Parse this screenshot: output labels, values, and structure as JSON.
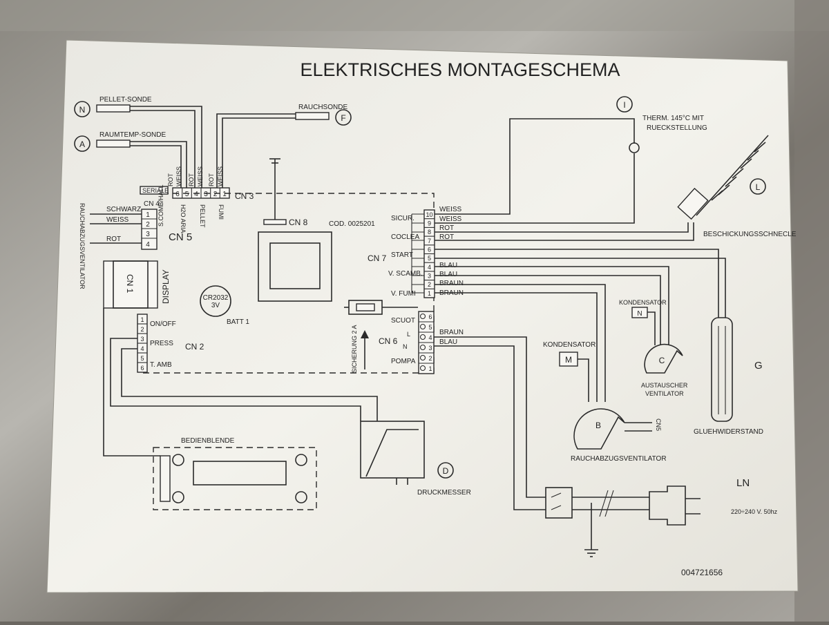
{
  "title": "ELEKTRISCHES MONTAGESCHEMA",
  "code": "COD. 0025201",
  "serial": "004721656",
  "sensors": {
    "n_letter": "N",
    "n_label": "PELLET-SONDE",
    "a_letter": "A",
    "a_label": "RAUMTEMP-SONDE",
    "f_letter": "F",
    "f_label": "RAUCHSONDE"
  },
  "cn3": {
    "label": "CN 3",
    "pins": [
      "6",
      "5",
      "4",
      "3",
      "2",
      "1"
    ],
    "wires": [
      "ROT",
      "WEISS",
      "ROT",
      "WEISS",
      "ROT",
      "WEISS"
    ],
    "sub": [
      "H2O ARIA",
      "PELLET",
      "FUMI"
    ]
  },
  "cn4": {
    "serial_label": "SERIALE",
    "label": "CN 4",
    "pins": [
      "1",
      "2",
      "3",
      "4"
    ]
  },
  "cn5": {
    "label": "CN 5",
    "sub": "S.COMB/HALL",
    "wires": [
      "SCHWARZ",
      "WEISS",
      "ROT"
    ],
    "fan_vertical": "RAUCHABZUGSVENTILATOR"
  },
  "cn8": {
    "label": "CN 8"
  },
  "cn1": {
    "label": "CN 1",
    "display": "DISPLAY"
  },
  "battery": {
    "type": "CR2032",
    "voltage": "3V",
    "label": "BATT 1"
  },
  "cn2": {
    "label": "CN 2",
    "pins": [
      "1",
      "2",
      "3",
      "4",
      "5",
      "6"
    ],
    "items": [
      "ON/OFF",
      "PRESS",
      "T. AMB"
    ]
  },
  "fuse": {
    "label": "SICHERUNG 2 A"
  },
  "cn7": {
    "label": "CN 7",
    "pins": [
      "10",
      "9",
      "8",
      "7",
      "6",
      "5",
      "4",
      "3",
      "2",
      "1"
    ],
    "left": [
      "SICUR.",
      "COCLEA",
      "START",
      "V. SCAMB.",
      "V. FUMI"
    ],
    "wires": [
      "WEISS",
      "WEISS",
      "ROT",
      "ROT",
      "BLAU",
      "BLAU",
      "BRAUN",
      "BRAUN"
    ]
  },
  "cn6": {
    "label": "CN 6",
    "pins": [
      "6",
      "5",
      "4",
      "3",
      "2",
      "1"
    ],
    "left": [
      "SCUOT",
      "L",
      "N",
      "POMPA"
    ],
    "wires": [
      "BRAUN",
      "BLAU"
    ]
  },
  "thermostat": {
    "letter": "I",
    "line1": "THERM. 145°C MIT",
    "line2": "RUECKSTELLUNG"
  },
  "auger": {
    "letter": "L",
    "label": "BESCHICKUNGSSCHNECLE"
  },
  "exchanger_fan": {
    "kond": "KONDENSATOR",
    "kond_letter": "N",
    "letter": "C",
    "line1": "AUSTAUSCHER",
    "line2": "VENTILATOR"
  },
  "smoke_fan": {
    "kond": "KONDENSATOR",
    "kond_letter": "M",
    "letter": "B",
    "label": "RAUCHABZUGSVENTILATOR",
    "side": "CN5"
  },
  "glow": {
    "letter": "G",
    "label": "GLUEHWIDERSTAND"
  },
  "panel": {
    "label": "BEDIENBLENDE"
  },
  "pressure": {
    "letter": "D",
    "label": "DRUCKMESSER"
  },
  "power": {
    "label": "LN",
    "voltage": "220÷240 V. 50hz"
  }
}
